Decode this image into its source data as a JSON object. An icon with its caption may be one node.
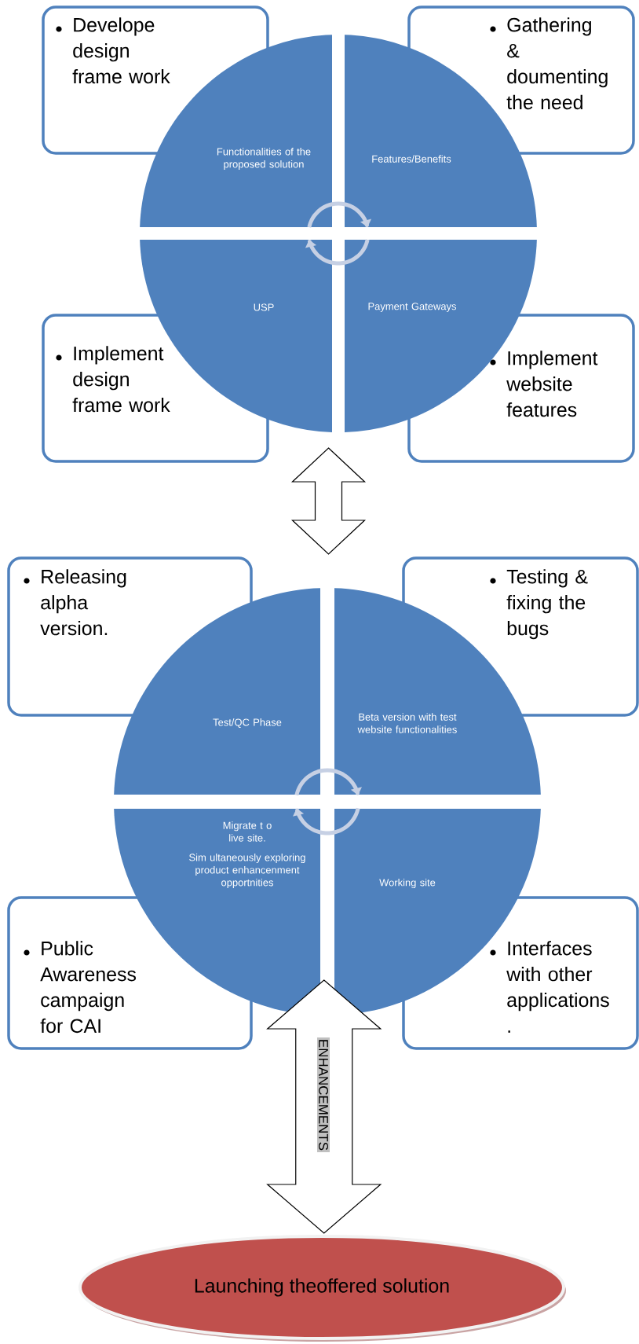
{
  "diagram": {
    "nodes": [
      {
        "text": [
          "Develope design frame work"
        ]
      },
      {
        "text": [
          "Gathering & doumenting the need"
        ]
      },
      {
        "text": [
          "Functionalities of the proposed solution"
        ]
      },
      {
        "text": [
          "Features/Benefits"
        ]
      },
      {
        "text": [
          "USP"
        ]
      },
      {
        "text": [
          "Payment Gateways"
        ]
      },
      {
        "text": [
          "Implement design frame work"
        ]
      },
      {
        "text": [
          "Implement website features"
        ]
      },
      {
        "text": [
          "Releasing alpha version."
        ]
      },
      {
        "text": [
          "Testing & fixing the bugs"
        ]
      },
      {
        "text": [
          "Test/QC Phase"
        ]
      },
      {
        "text": [
          "Beta version with test website functionalities"
        ]
      },
      {
        "text": [
          "Migrate t o live site.",
          "Sim ultaneously exploring product enhancenment opportnities"
        ]
      },
      {
        "text": [
          "Working site"
        ]
      },
      {
        "text": [
          "Public Awareness campaign for CAI"
        ]
      },
      {
        "text": [
          "Interfaces with other applications ."
        ]
      },
      {
        "text": [
          "Launching theoffered solution"
        ]
      }
    ],
    "edges": [
      {
        "from": 4,
        "to": 10,
        "arrow": "both"
      },
      {
        "from": 12,
        "to": 16,
        "arrow": "both",
        "label": "ENHANCEMENTS"
      },
      {
        "from": 2,
        "to": 3,
        "arrow": "to"
      },
      {
        "from": 5,
        "to": 4,
        "arrow": "to"
      },
      {
        "from": 10,
        "to": 11,
        "arrow": "to"
      },
      {
        "from": 13,
        "to": 12,
        "arrow": "to"
      }
    ]
  }
}
